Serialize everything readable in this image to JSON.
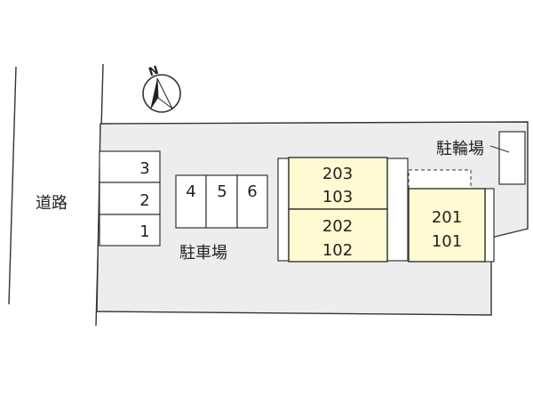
{
  "map": {
    "road_label": "道路",
    "north_label": "N",
    "parking_label": "駐車場",
    "bicycle_parking_label": "駐輪場",
    "parking_left": [
      "3",
      "2",
      "1"
    ],
    "parking_middle": [
      "4",
      "5",
      "6"
    ],
    "units": {
      "top_left": [
        "203",
        "103"
      ],
      "bottom_left": [
        "202",
        "102"
      ],
      "right": [
        "201",
        "101"
      ]
    },
    "colors": {
      "lot_fill": "#ededed",
      "unit_fill": "#fffad2",
      "line": "#333333",
      "background": "#ffffff"
    }
  }
}
